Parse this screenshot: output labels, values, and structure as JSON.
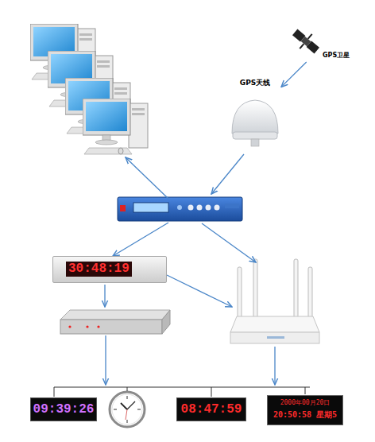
{
  "diagram": {
    "nodes": [
      {
        "text": [
          "GPS卫星"
        ]
      },
      {
        "text": [
          "GPS天线"
        ]
      },
      {
        "text": [
          "30:48:19"
        ]
      },
      {
        "text": [
          "09:39:26"
        ]
      },
      {
        "text": [
          "08:47:59"
        ]
      },
      {
        "text": [
          "2000年00月20日",
          "20:50:58 星期5"
        ]
      }
    ],
    "edges": [
      {
        "from": 0,
        "to": 1,
        "arrow": "to"
      }
    ]
  }
}
